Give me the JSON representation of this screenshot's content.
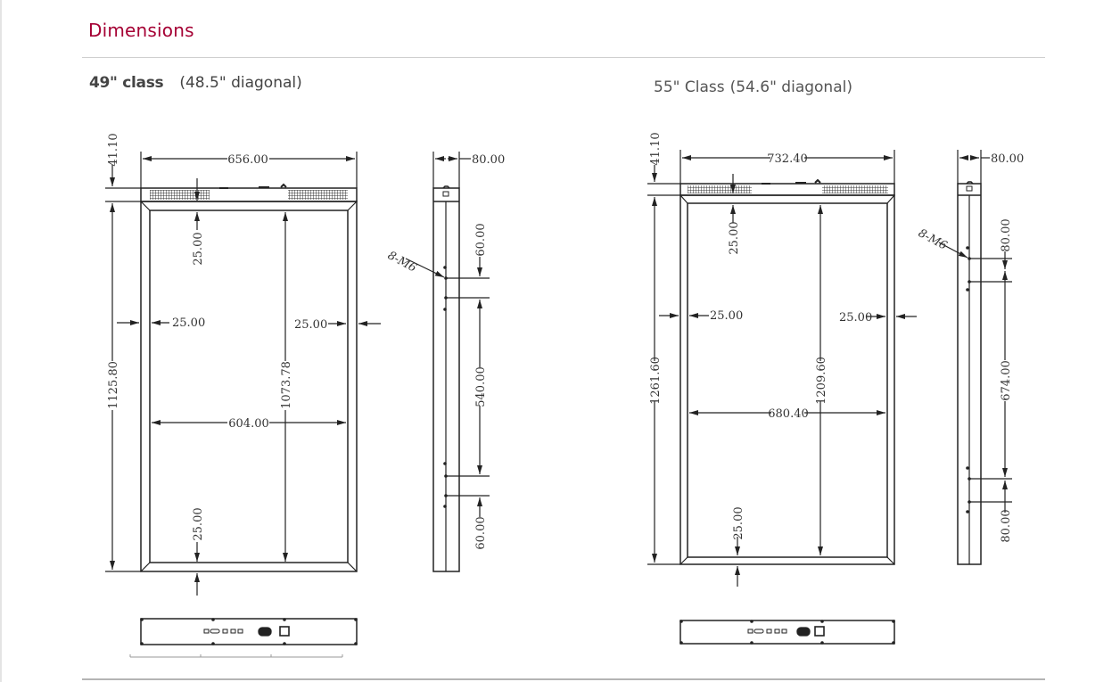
{
  "section": {
    "title": "Dimensions"
  },
  "models": [
    {
      "class_label": "49\" class",
      "diagonal_label": "(48.5\" diagonal)",
      "front": {
        "overall_width": "656.00",
        "top_bar_height": "41.10",
        "overall_height": "1125.80",
        "screen_height": "1073.78",
        "screen_width": "604.00",
        "bezel_top": "25.00",
        "bezel_left": "25.00",
        "bezel_right": "25.00",
        "bezel_bottom": "25.00"
      },
      "side": {
        "depth": "80.00",
        "screw_label": "8-M6",
        "hole_offset_top": "60.00",
        "hole_span": "540.00",
        "hole_offset_bottom": "60.00"
      }
    },
    {
      "class_label": "55\" Class",
      "diagonal_label": "(54.6\" diagonal)",
      "front": {
        "overall_width": "732.40",
        "top_bar_height": "41.10",
        "overall_height": "1261.60",
        "screen_height": "1209.60",
        "screen_width": "680.40",
        "bezel_top": "25.00",
        "bezel_left": "25.00",
        "bezel_right": "25.00",
        "bezel_bottom": "25.00"
      },
      "side": {
        "depth": "80.00",
        "screw_label": "8-M6",
        "hole_offset_top": "80.00",
        "hole_span": "674.00",
        "hole_offset_bottom": "80.00"
      }
    }
  ]
}
